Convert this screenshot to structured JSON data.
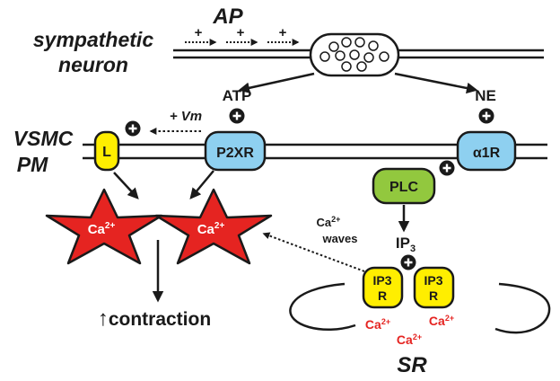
{
  "labels": {
    "ap": "AP",
    "sympathetic": "sympathetic",
    "neuron": "neuron",
    "plus": "+",
    "atp": "ATP",
    "ne": "NE",
    "vsmc": "VSMC",
    "pm": "PM",
    "vm_prefix": "+ ",
    "vm": "Vm",
    "channel_l": "L",
    "p2xr": "P2XR",
    "alpha1r": "α1R",
    "plc": "PLC",
    "ca": "Ca",
    "ca_charge": "2+",
    "ca_waves": "waves",
    "ip3_base": "IP",
    "ip3_sub": "3",
    "ip3r_line1": "IP3",
    "ip3r_line2": "R",
    "arrow_up": "↑",
    "contraction": "contraction",
    "sr": "SR"
  },
  "colors": {
    "yellow": "#ffee00",
    "blue": "#8ed0f0",
    "green": "#92c83e",
    "red": "#e52421",
    "black": "#1a1a1a"
  }
}
